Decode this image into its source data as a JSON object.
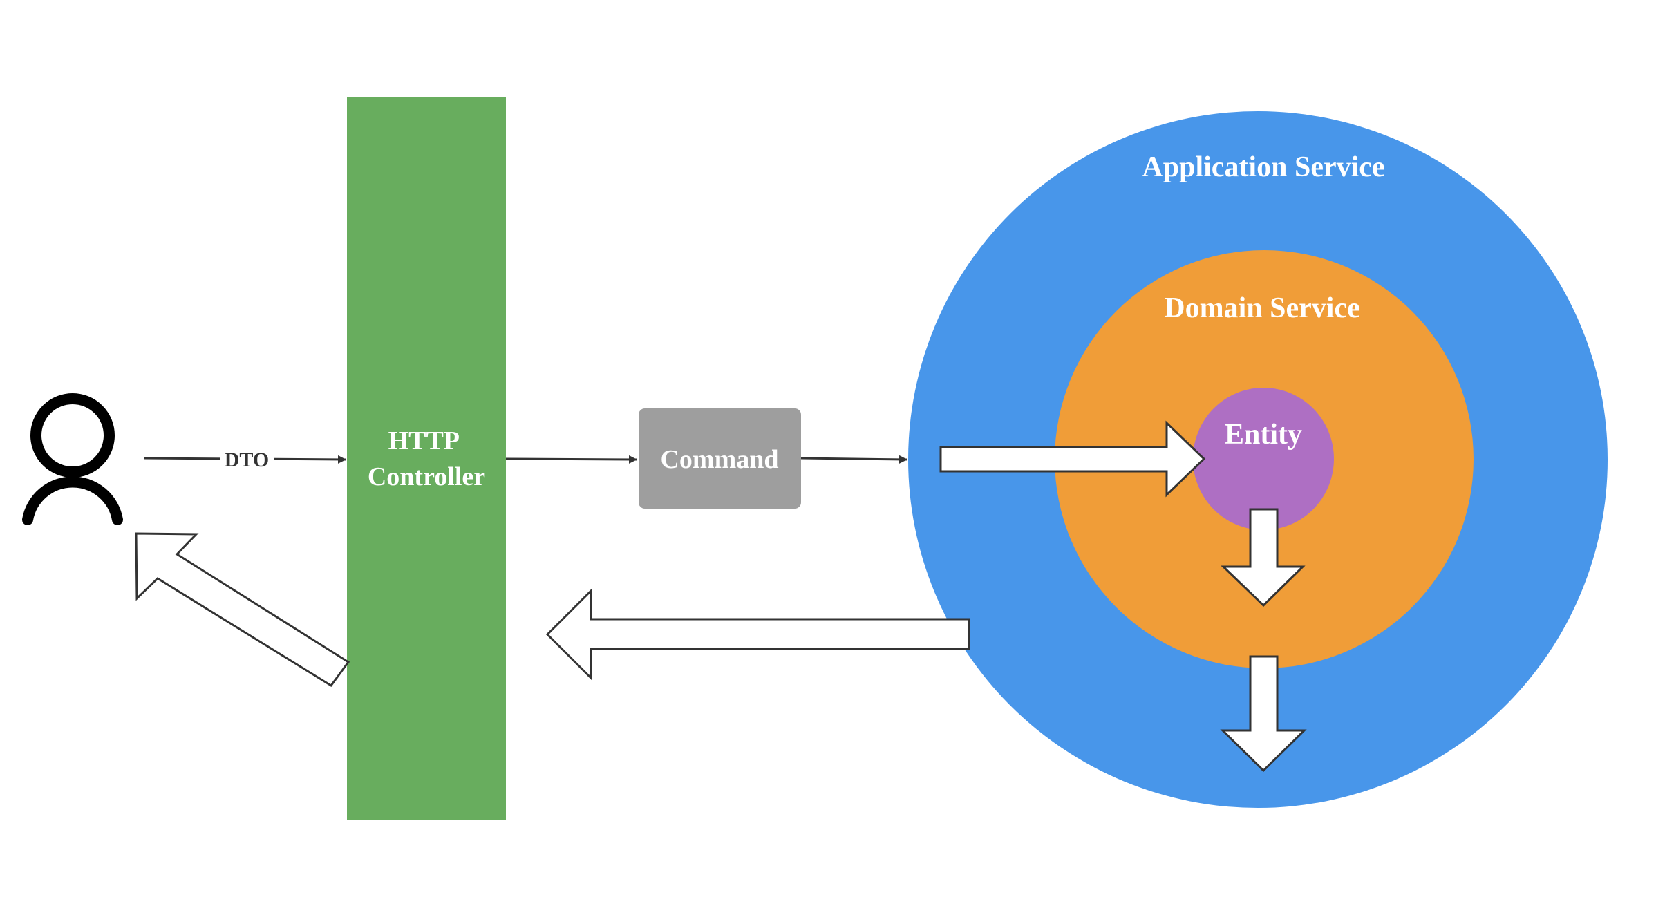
{
  "labels": {
    "dto": "DTO",
    "http_controller_line1": "HTTP",
    "http_controller_line2": "Controller",
    "command": "Command",
    "application_service": "Application Service",
    "domain_service": "Domain Service",
    "entity": "Entity"
  },
  "colors": {
    "controller_green": "#68ad5e",
    "command_gray": "#9e9e9e",
    "application_blue": "#4896ea",
    "domain_orange": "#f09d38",
    "entity_purple": "#ae6fc3",
    "label_white": "#ffffff",
    "label_dark": "#333333",
    "stroke_dark": "#333333",
    "user_icon_black": "#000000"
  },
  "icons": {
    "user": "user-icon"
  }
}
